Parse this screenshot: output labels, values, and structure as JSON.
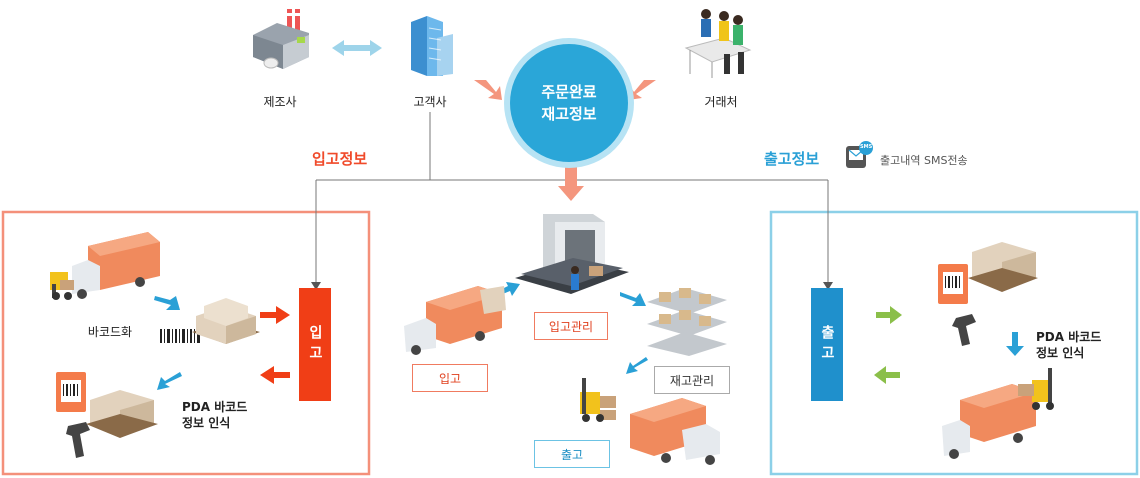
{
  "top": {
    "manufacturer": "제조사",
    "customer": "고객사",
    "partner": "거래처",
    "center_line1": "주문완료",
    "center_line2": "재고정보"
  },
  "headers": {
    "inbound_info": "입고정보",
    "outbound_info": "출고정보",
    "sms": "출고내역 SMS전송",
    "sms_icon_text": "SMS"
  },
  "left_panel": {
    "barcode_label": "바코드화",
    "pda_line1": "PDA 바코드",
    "pda_line2": "정보 인식",
    "bar_label": "입고"
  },
  "center_panel": {
    "inbound": "입고",
    "inbound_mgmt": "입고관리",
    "stock_mgmt": "재고관리",
    "outbound": "출고"
  },
  "right_panel": {
    "bar_label": "출고",
    "pda_line1": "PDA 바코드",
    "pda_line2": "정보 인식"
  },
  "colors": {
    "inbound_red": "#f03e16",
    "outbound_blue": "#1f90cc",
    "left_border": "#f4907a",
    "right_border": "#8cd0e8"
  }
}
